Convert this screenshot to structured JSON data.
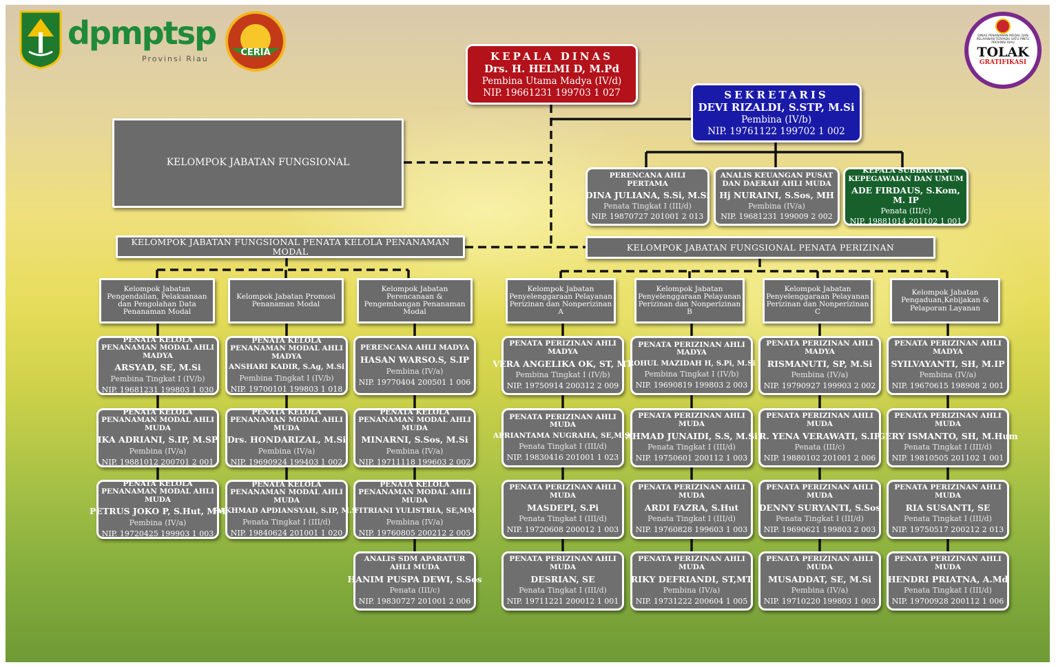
{
  "header": {
    "logo_text": "dpmptsp",
    "logo_sub": "Provinsi Riau",
    "ceria_text": "CERIA",
    "tolak_small": "DINAS PENANAMAN MODAL DAN PELAYANAN TERPADU SATU PINTU PROVINSI RIAU",
    "tolak_big": "TOLAK",
    "tolak_red": "GRATIFIKASI"
  },
  "colors": {
    "kepala_bg": "#b3121a",
    "sekretaris_bg": "#1a1aa8",
    "kasubag_bg": "#17602c",
    "card_bg": "#6f6f6f"
  },
  "kepala": {
    "title": "KEPALA DINAS",
    "name": "Drs. H. HELMI D, M.Pd",
    "rank": "Pembina Utama Madya (IV/d)",
    "nip": "NIP. 19661231 199703 1 027"
  },
  "sekretaris": {
    "title": "SEKRETARIS",
    "name": "DEVI RIZALDI, S.STP, M.Si",
    "rank": "Pembina (IV/b)",
    "nip": "NIP. 19761122 199702 1 002"
  },
  "fungsional": {
    "label": "KELOMPOK JABATAN FUNGSIONAL"
  },
  "sek_staff": [
    {
      "role": "PERENCANA AHLI PERTAMA",
      "name": "DINA JULIANA, S.Si, M.Si",
      "rank": "Penata Tingkat I (III/d)",
      "nip": "NIP. 19870727 201001 2 013"
    },
    {
      "role": "ANALIS KEUANGAN PUSAT DAN DAERAH AHLI MUDA",
      "name": "Hj NURAINI, S.Sos, MH",
      "rank": "Pembina (IV/a)",
      "nip": "NIP. 19681231 199009 2 002"
    },
    {
      "role": "KEPALA SUBBAGIAN KEPEGAWAIAN DAN UMUM",
      "name": "ADE FIRDAUS, S.Kom, M. IP",
      "rank": "Penata (III/c)",
      "nip": "NIP. 19881014 201102 1 001"
    }
  ],
  "banner_left": "KELOMPOK JABATAN FUNGSIONAL PENATA KELOLA PENANAMAN MODAL",
  "banner_right": "KELOMPOK JABATAN FUNGSIONAL PENATA PERIZINAN",
  "groups": [
    "Kelompok Jabatan Pengendalian, Pelaksanaan dan Pengolahan Data Penanaman Modal",
    "Kelompok Jabatan Promosi Penanaman Modal",
    "Kelompok Jabatan Perencanaan & Pengembangan Penanaman Modal",
    "Kelompok Jabatan Penyelenggaraan Pelayanan Perizinan dan Nonperizinan A",
    "Kelompok Jabatan Penyelenggaraan Pelayanan Perizinan dan Nonperizinan B",
    "Kelompok Jabatan Penyelenggaraan Pelayanan Perizinan dan Nonperizinan C",
    "Kelompok Jabatan Pengaduan,Kebijakan & Pelaporan Layanan"
  ],
  "columns": [
    [
      {
        "role": "PENATA KELOLA PENANAMAN MODAL AHLI MADYA",
        "name": "ARSYAD, SE, M.Si",
        "rank": "Pembina Tingkat I (IV/b)",
        "nip": "NIP. 19681231 199803 1 030"
      },
      {
        "role": "PENATA KELOLA PENANAMAN MODAL AHLI MUDA",
        "name": "IKA ADRIANI, S.IP, M.SP",
        "rank": "Pembina (IV/a)",
        "nip": "NIP. 19881012 200701 2 001"
      },
      {
        "role": "PENATA KELOLA PENANAMAN MODAL AHLI MUDA",
        "name": "PETRUS JOKO P, S.Hut, MM",
        "rank": "Pembina (IV/a)",
        "nip": "NIP. 19720425 199903 1 003"
      }
    ],
    [
      {
        "role": "PENATA KELOLA PENANAMAN MODAL AHLI MADYA",
        "name": "ANSHARI KADIR, S.Ag, M.Si",
        "rank": "Pembina Tingkat I (IV/b)",
        "nip": "NIP. 19700101 199803 1 018"
      },
      {
        "role": "PENATA KELOLA PENANAMAN MODAL AHLI MUDA",
        "name": "Drs. HONDARIZAL, M.Si",
        "rank": "Pembina (IV/a)",
        "nip": "NIP. 19690924 199403 1 002"
      },
      {
        "role": "PENATA KELOLA PENANAMAN MODAL AHLI MUDA",
        "name": "RAKHMAD APDIANSYAH, S.IP, M.Si",
        "rank": "Penata Tingkat I (III/d)",
        "nip": "NIP. 19840624 201001 1 020"
      }
    ],
    [
      {
        "role": "PERENCANA AHLI MADYA",
        "name": "HASAN WARSO.S, S.IP",
        "rank": "Pembina (IV/a)",
        "nip": "NIP. 19770404 200501 1 006"
      },
      {
        "role": "PENATA KELOLA PENANAMAN MODAL AHLI MUDA",
        "name": "MINARNI, S.Sos, M.Si",
        "rank": "Pembina (IV/a)",
        "nip": "NIP. 19711118 199603 2 002"
      },
      {
        "role": "PENATA KELOLA PENANAMAN MODAL AHLI MUDA",
        "name": "FITRIANI YULISTRIA, SE,MM",
        "rank": "Pembina (IV/a)",
        "nip": "NIP. 19760805 200212 2 005"
      },
      {
        "role": "ANALIS SDM APARATUR AHLI MUDA",
        "name": "HANIM PUSPA DEWI, S.Sos",
        "rank": "Penata (III/c)",
        "nip": "NIP. 19830727 201001 2 006"
      }
    ],
    [
      {
        "role": "PENATA PERIZINAN AHLI MADYA",
        "name": "VERA ANGELIKA OK, ST, MT",
        "rank": "Pembina Tingkat I (IV/b)",
        "nip": "NIP. 19750914 200312 2 009"
      },
      {
        "role": "PENATA PERIZINAN AHLI MUDA",
        "name": "APRIANTAMA NUGRAHA, SE,M.Si",
        "rank": "Penata Tingkat I (III/d)",
        "nip": "NIP. 19830416 201001 1 023"
      },
      {
        "role": "PENATA PERIZINAN AHLI MUDA",
        "name": "MASDEPI, S.Pi",
        "rank": "Penata Tingkat I (III/d)",
        "nip": "NIP. 19720608 200012 1 003"
      },
      {
        "role": "PENATA PERIZINAN AHLI MUDA",
        "name": "DESRIAN, SE",
        "rank": "Penata Tingkat I (III/d)",
        "nip": "NIP. 19711221 200012 1 001"
      }
    ],
    [
      {
        "role": "PENATA PERIZINAN AHLI MADYA",
        "name": "ROHUL MAZIDAH H, S.Pi, M.Si",
        "rank": "Pembina Tingkat I (IV/b)",
        "nip": "NIP. 19690819 199803 2 003"
      },
      {
        "role": "PENATA PERIZINAN AHLI MUDA",
        "name": "AHMAD JUNAIDI, S.S, M.Si",
        "rank": "Penata Tingkat I (III/d)",
        "nip": "NIP. 19750601 200112 1 003"
      },
      {
        "role": "PENATA PERIZINAN AHLI MUDA",
        "name": "ARDI FAZRA, S.Hut",
        "rank": "Penata Tingkat I (III/d)",
        "nip": "NIP. 19760828 199603 1 003"
      },
      {
        "role": "PENATA PERIZINAN AHLI MUDA",
        "name": "RIKY DEFRIANDI, ST,MT",
        "rank": "Pembina (IV/a)",
        "nip": "NIP. 19731222 200604 1 005"
      }
    ],
    [
      {
        "role": "PENATA PERIZINAN AHLI MADYA",
        "name": "RISMANUTI, SP, M.Si",
        "rank": "Pembina (IV/a)",
        "nip": "NIP. 19790927 199903 2 002"
      },
      {
        "role": "PENATA PERIZINAN AHLI MUDA",
        "name": "R. YENA VERAWATI, S.IP",
        "rank": "Penata (III/c)",
        "nip": "NIP. 19880102 201001 2 006"
      },
      {
        "role": "PENATA PERIZINAN AHLI MUDA",
        "name": "DENNY SURYANTI, S.Sos",
        "rank": "Penata Tingkat I (III/d)",
        "nip": "NIP. 19690621 199803 2 003"
      },
      {
        "role": "PENATA PERIZINAN AHLI MUDA",
        "name": "MUSADDAT, SE, M.Si",
        "rank": "Pembina (IV/a)",
        "nip": "NIP. 19710220 199803 1 003"
      }
    ],
    [
      {
        "role": "PENATA PERIZINAN AHLI MADYA",
        "name": "SYILVAYANTI, SH, M.IP",
        "rank": "Pembina (IV/a)",
        "nip": "NIP. 19670615 198908 2 001"
      },
      {
        "role": "PENATA PERIZINAN AHLI MUDA",
        "name": "GERY ISMANTO, SH, M.Hum",
        "rank": "Penata Tingkat I (III/d)",
        "nip": "NIP. 19810505 201102 1 001"
      },
      {
        "role": "PENATA PERIZINAN AHLI MUDA",
        "name": "RIA SUSANTI, SE",
        "rank": "Penata Tingkat I (III/d)",
        "nip": "NIP. 19750517 200212 2 013"
      },
      {
        "role": "PENATA PERIZINAN AHLI MUDA",
        "name": "HENDRI PRIATNA, A.Md",
        "rank": "Penata Tingkat I (III/d)",
        "nip": "NIP. 19700928 200112 1 006"
      }
    ]
  ]
}
